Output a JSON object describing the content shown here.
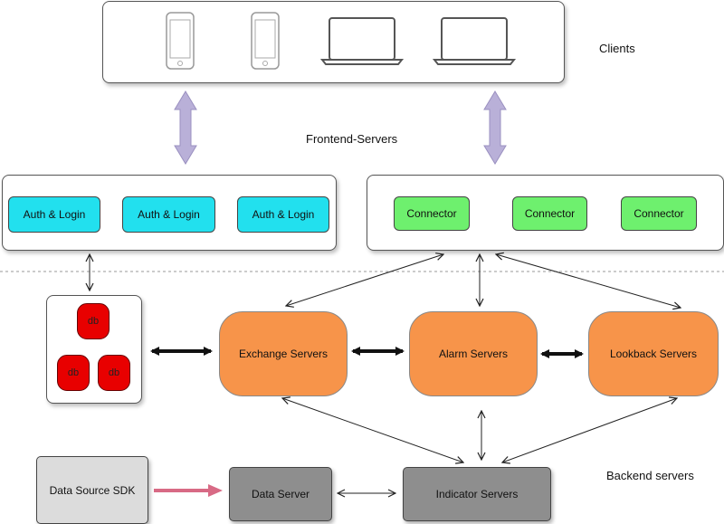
{
  "labels": {
    "clients": "Clients",
    "frontend": "Frontend-Servers",
    "backend": "Backend servers"
  },
  "auth": [
    "Auth & Login",
    "Auth & Login",
    "Auth & Login"
  ],
  "connectors": [
    "Connector",
    "Connector",
    "Connector"
  ],
  "db": [
    "db",
    "db",
    "db"
  ],
  "servers": {
    "exchange": "Exchange Servers",
    "alarm": "Alarm Servers",
    "lookback": "Lookback Servers"
  },
  "bottom": {
    "sdk": "Data Source SDK",
    "data_server": "Data Server",
    "indicator": "Indicator  Servers"
  },
  "colors": {
    "auth": "#22e0ee",
    "connector": "#6ef06e",
    "server": "#f7944a",
    "db": "#e80000",
    "bottom": "#8e8e8e",
    "sdk_arrow": "#d86a85",
    "big_arrow": "#b9b0d8"
  },
  "icons": [
    "phone-icon",
    "phone-icon",
    "laptop-icon",
    "laptop-icon"
  ]
}
